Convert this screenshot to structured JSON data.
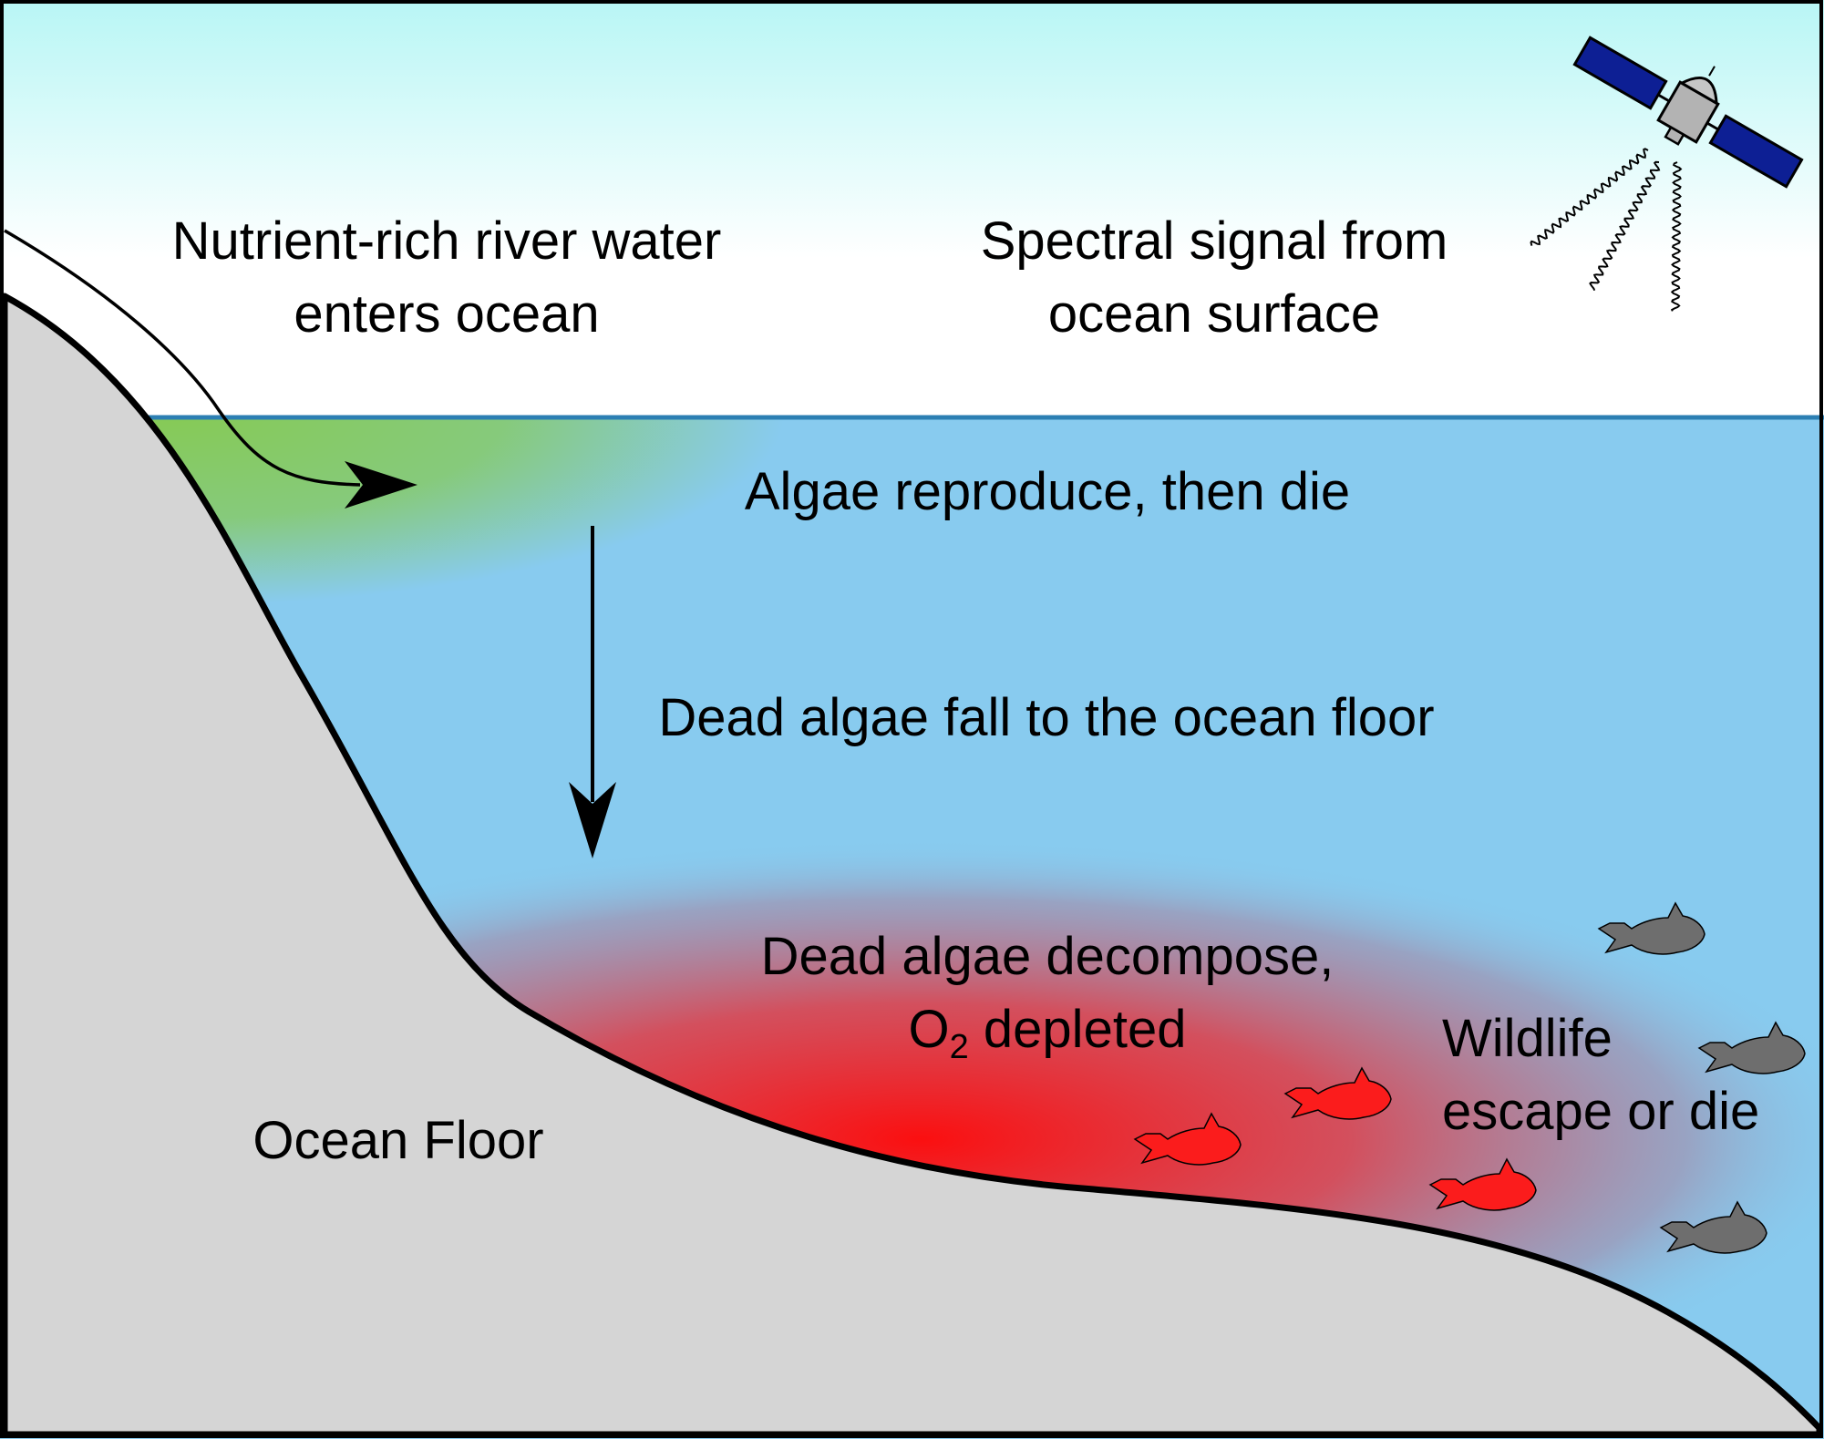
{
  "labels": {
    "river_line1": "Nutrient-rich river water",
    "river_line2": "enters ocean",
    "spectral_line1": "Spectral signal from",
    "spectral_line2": "ocean surface",
    "algae": "Algae reproduce, then die",
    "fall": "Dead algae fall to the ocean floor",
    "decompose_line1": "Dead algae decompose,",
    "decompose_o": "O",
    "decompose_sub": "2",
    "decompose_rest": " depleted",
    "wildlife_line1": "Wildlife",
    "wildlife_line2": "escape or die",
    "floor": "Ocean Floor"
  },
  "colors": {
    "sky_top": "#b8f6f5",
    "ocean": "#88cbef",
    "algae_bloom": "#86ca55",
    "dead_zone": "#fb0f10",
    "sea_floor": "#d5d5d5",
    "surface_line": "#2c7fb3",
    "fish_stressed": "#fb1c1c",
    "fish_escaping": "#6e6e6e",
    "solar_panel": "#0d1f94",
    "satellite_body": "#b3b3b3"
  },
  "icons": [
    "satellite-icon",
    "fish-icon"
  ]
}
